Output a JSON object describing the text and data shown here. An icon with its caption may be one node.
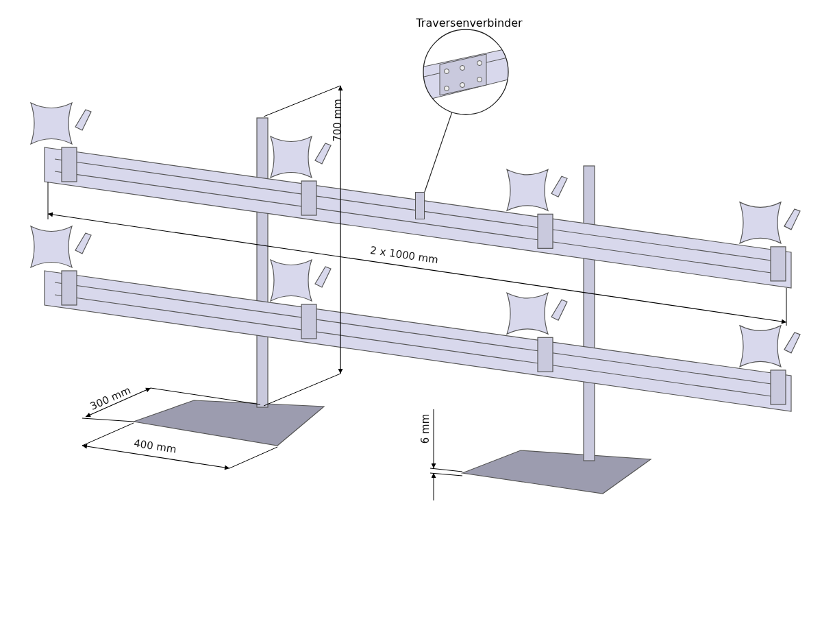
{
  "diagram": {
    "nodes": [
      {
        "text": [
          "Traversenverbinder"
        ]
      },
      {
        "text": [],
        "shape": "box"
      }
    ],
    "edges": [
      {
        "from": 0,
        "to": 1,
        "arrow": "none"
      }
    ],
    "labels": [
      "700 mm",
      "2 x 1000 mm",
      "300 mm",
      "400 mm",
      "6 mm"
    ]
  }
}
